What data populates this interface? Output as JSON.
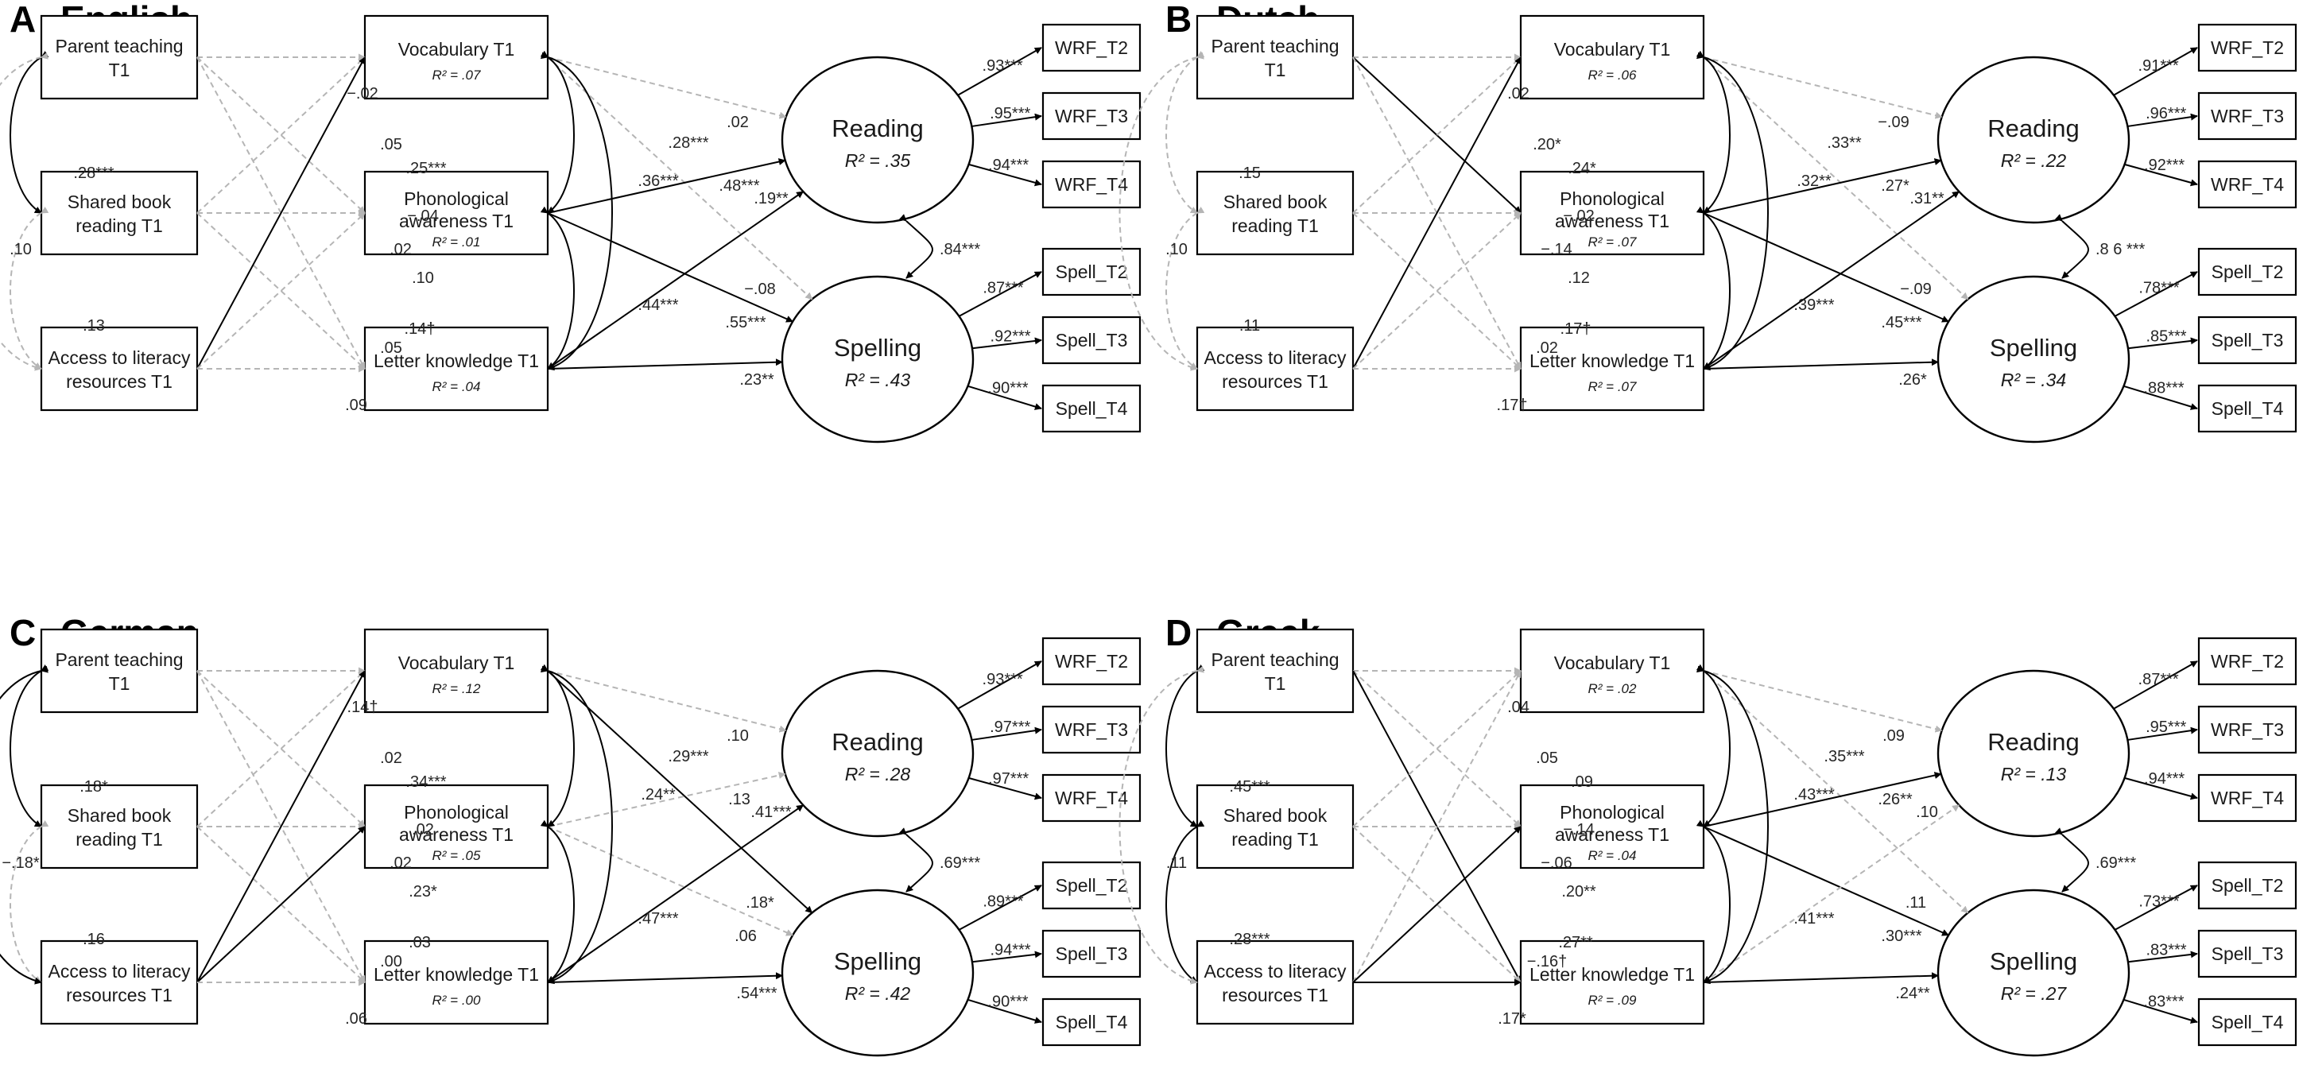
{
  "nodes": {
    "parent": [
      "Parent teaching",
      "T1"
    ],
    "shared": [
      "Shared book",
      "reading T1"
    ],
    "access": [
      "Access to literacy",
      "resources T1"
    ],
    "vocab": "Vocabulary T1",
    "phon": [
      "Phonological",
      "awareness T1"
    ],
    "letter": "Letter knowledge T1",
    "reading": "Reading",
    "spelling": "Spelling",
    "wrf": [
      "WRF_T2",
      "WRF_T3",
      "WRF_T4"
    ],
    "spell": [
      "Spell_T2",
      "Spell_T3",
      "Spell_T4"
    ]
  },
  "panels": [
    {
      "letter": "A",
      "title": "English",
      "r2": {
        "vocab": "R² = .07",
        "phon": "R² = .01",
        "letter": "R² = .04",
        "reading": "R² = .35",
        "spelling": "R² = .43"
      },
      "paths": [
        {
          "from": "parent",
          "to": "vocab",
          "type": "dashed",
          "label": "−.02"
        },
        {
          "from": "parent",
          "to": "phon",
          "type": "dashed",
          "label": ".05"
        },
        {
          "from": "parent",
          "to": "letter",
          "type": "dashed",
          "label": ".14†"
        },
        {
          "from": "shared",
          "to": "vocab",
          "type": "dashed",
          "label": "−.04"
        },
        {
          "from": "shared",
          "to": "phon",
          "type": "dashed",
          "label": ".02"
        },
        {
          "from": "shared",
          "to": "letter",
          "type": "dashed",
          "label": ".05"
        },
        {
          "from": "access",
          "to": "vocab",
          "type": "solid",
          "label": ".25***"
        },
        {
          "from": "access",
          "to": "phon",
          "type": "dashed",
          "label": ".10"
        },
        {
          "from": "access",
          "to": "letter",
          "type": "dashed",
          "label": ".09"
        },
        {
          "from": "vocab",
          "to": "reading",
          "type": "dashed",
          "label": ".02"
        },
        {
          "from": "vocab",
          "to": "spelling",
          "type": "dashed",
          "label": "−.08"
        },
        {
          "from": "phon",
          "to": "reading",
          "type": "solid",
          "label": ".48***"
        },
        {
          "from": "phon",
          "to": "spelling",
          "type": "solid",
          "label": ".55***"
        },
        {
          "from": "letter",
          "to": "reading",
          "type": "solid",
          "label": ".19**"
        },
        {
          "from": "letter",
          "to": "spelling",
          "type": "solid",
          "label": ".23**"
        }
      ],
      "exo_cov": [
        {
          "a": "parent",
          "b": "shared",
          "type": "solid",
          "label": ".28***"
        },
        {
          "a": "shared",
          "b": "access",
          "type": "dashed",
          "label": ".13"
        },
        {
          "a": "parent",
          "b": "access",
          "type": "dashed",
          "label": ".10"
        }
      ],
      "mid_cov": [
        {
          "a": "vocab",
          "b": "phon",
          "type": "solid",
          "label": ".36***"
        },
        {
          "a": "phon",
          "b": "letter",
          "type": "solid",
          "label": ".44***"
        },
        {
          "a": "vocab",
          "b": "letter",
          "type": "solid",
          "label": ".28***"
        }
      ],
      "latent_cov": {
        "type": "solid",
        "label": ".84***"
      },
      "loadings_reading": [
        ".93***",
        ".95***",
        ".94***"
      ],
      "loadings_spelling": [
        ".87***",
        ".92***",
        ".90***"
      ]
    },
    {
      "letter": "B",
      "title": "Dutch",
      "r2": {
        "vocab": "R² = .06",
        "phon": "R² = .07",
        "letter": "R² = .07",
        "reading": "R² = .22",
        "spelling": "R² = .34"
      },
      "paths": [
        {
          "from": "parent",
          "to": "vocab",
          "type": "dashed",
          "label": ".02"
        },
        {
          "from": "parent",
          "to": "phon",
          "type": "solid",
          "label": ".20*"
        },
        {
          "from": "parent",
          "to": "letter",
          "type": "dashed",
          "label": ".17†"
        },
        {
          "from": "shared",
          "to": "vocab",
          "type": "dashed",
          "label": "−.02"
        },
        {
          "from": "shared",
          "to": "phon",
          "type": "dashed",
          "label": "−.14"
        },
        {
          "from": "shared",
          "to": "letter",
          "type": "dashed",
          "label": ".02"
        },
        {
          "from": "access",
          "to": "vocab",
          "type": "solid",
          "label": ".24*"
        },
        {
          "from": "access",
          "to": "phon",
          "type": "dashed",
          "label": ".12"
        },
        {
          "from": "access",
          "to": "letter",
          "type": "dashed",
          "label": ".17†"
        },
        {
          "from": "vocab",
          "to": "reading",
          "type": "dashed",
          "label": "−.09"
        },
        {
          "from": "vocab",
          "to": "spelling",
          "type": "dashed",
          "label": "−.09"
        },
        {
          "from": "phon",
          "to": "reading",
          "type": "solid",
          "label": ".27*"
        },
        {
          "from": "phon",
          "to": "spelling",
          "type": "solid",
          "label": ".45***"
        },
        {
          "from": "letter",
          "to": "reading",
          "type": "solid",
          "label": ".31**"
        },
        {
          "from": "letter",
          "to": "spelling",
          "type": "solid",
          "label": ".26*"
        }
      ],
      "exo_cov": [
        {
          "a": "parent",
          "b": "shared",
          "type": "dashed",
          "label": ".15"
        },
        {
          "a": "shared",
          "b": "access",
          "type": "dashed",
          "label": ".11"
        },
        {
          "a": "parent",
          "b": "access",
          "type": "dashed",
          "label": ".10"
        }
      ],
      "mid_cov": [
        {
          "a": "vocab",
          "b": "phon",
          "type": "solid",
          "label": ".32**"
        },
        {
          "a": "phon",
          "b": "letter",
          "type": "solid",
          "label": ".39***"
        },
        {
          "a": "vocab",
          "b": "letter",
          "type": "solid",
          "label": ".33**"
        }
      ],
      "latent_cov": {
        "type": "solid",
        "label": ".8 6 ***"
      },
      "loadings_reading": [
        ".91***",
        ".96***",
        ".92***"
      ],
      "loadings_spelling": [
        ".78***",
        ".85***",
        ".88***"
      ]
    },
    {
      "letter": "C",
      "title": "German",
      "r2": {
        "vocab": "R² = .12",
        "phon": "R² = .05",
        "letter": "R² = .00",
        "reading": "R² = .28",
        "spelling": "R² = .42"
      },
      "paths": [
        {
          "from": "parent",
          "to": "vocab",
          "type": "dashed",
          "label": ".14†"
        },
        {
          "from": "parent",
          "to": "phon",
          "type": "dashed",
          "label": ".02"
        },
        {
          "from": "parent",
          "to": "letter",
          "type": "dashed",
          "label": ".03"
        },
        {
          "from": "shared",
          "to": "vocab",
          "type": "dashed",
          "label": ".02"
        },
        {
          "from": "shared",
          "to": "phon",
          "type": "dashed",
          "label": ".02"
        },
        {
          "from": "shared",
          "to": "letter",
          "type": "dashed",
          "label": ".00"
        },
        {
          "from": "access",
          "to": "vocab",
          "type": "solid",
          "label": ".34***"
        },
        {
          "from": "access",
          "to": "phon",
          "type": "solid",
          "label": ".23*"
        },
        {
          "from": "access",
          "to": "letter",
          "type": "dashed",
          "label": ".06"
        },
        {
          "from": "vocab",
          "to": "reading",
          "type": "dashed",
          "label": ".10"
        },
        {
          "from": "vocab",
          "to": "spelling",
          "type": "solid",
          "label": ".18*"
        },
        {
          "from": "phon",
          "to": "reading",
          "type": "dashed",
          "label": ".13"
        },
        {
          "from": "phon",
          "to": "spelling",
          "type": "dashed",
          "label": ".06"
        },
        {
          "from": "letter",
          "to": "reading",
          "type": "solid",
          "label": ".41***"
        },
        {
          "from": "letter",
          "to": "spelling",
          "type": "solid",
          "label": ".54***"
        }
      ],
      "exo_cov": [
        {
          "a": "parent",
          "b": "shared",
          "type": "solid",
          "label": ".18*"
        },
        {
          "a": "shared",
          "b": "access",
          "type": "dashed",
          "label": ".16"
        },
        {
          "a": "parent",
          "b": "access",
          "type": "solid",
          "label": "−.18*"
        }
      ],
      "mid_cov": [
        {
          "a": "vocab",
          "b": "phon",
          "type": "solid",
          "label": ".24**"
        },
        {
          "a": "phon",
          "b": "letter",
          "type": "solid",
          "label": ".47***"
        },
        {
          "a": "vocab",
          "b": "letter",
          "type": "solid",
          "label": ".29***"
        }
      ],
      "latent_cov": {
        "type": "solid",
        "label": ".69***"
      },
      "loadings_reading": [
        ".93***",
        ".97***",
        ".97***"
      ],
      "loadings_spelling": [
        ".89***",
        ".94***",
        ".90***"
      ]
    },
    {
      "letter": "D",
      "title": "Greek",
      "r2": {
        "vocab": "R² = .02",
        "phon": "R² = .04",
        "letter": "R² = .09",
        "reading": "R² = .13",
        "spelling": "R² = .27"
      },
      "paths": [
        {
          "from": "parent",
          "to": "vocab",
          "type": "dashed",
          "label": ".04"
        },
        {
          "from": "parent",
          "to": "phon",
          "type": "dashed",
          "label": ".05"
        },
        {
          "from": "parent",
          "to": "letter",
          "type": "solid",
          "label": ".27**"
        },
        {
          "from": "shared",
          "to": "vocab",
          "type": "dashed",
          "label": "−.14"
        },
        {
          "from": "shared",
          "to": "phon",
          "type": "dashed",
          "label": "−.06"
        },
        {
          "from": "shared",
          "to": "letter",
          "type": "dashed",
          "label": "−.16†"
        },
        {
          "from": "access",
          "to": "vocab",
          "type": "dashed",
          "label": ".09"
        },
        {
          "from": "access",
          "to": "phon",
          "type": "solid",
          "label": ".20**"
        },
        {
          "from": "access",
          "to": "letter",
          "type": "solid",
          "label": ".17*"
        },
        {
          "from": "vocab",
          "to": "reading",
          "type": "dashed",
          "label": ".09"
        },
        {
          "from": "vocab",
          "to": "spelling",
          "type": "dashed",
          "label": ".11"
        },
        {
          "from": "phon",
          "to": "reading",
          "type": "solid",
          "label": ".26**"
        },
        {
          "from": "phon",
          "to": "spelling",
          "type": "solid",
          "label": ".30***"
        },
        {
          "from": "letter",
          "to": "reading",
          "type": "dashed",
          "label": ".10"
        },
        {
          "from": "letter",
          "to": "spelling",
          "type": "solid",
          "label": ".24**"
        }
      ],
      "exo_cov": [
        {
          "a": "parent",
          "b": "shared",
          "type": "solid",
          "label": ".45***"
        },
        {
          "a": "shared",
          "b": "access",
          "type": "solid",
          "label": ".28***"
        },
        {
          "a": "parent",
          "b": "access",
          "type": "dashed",
          "label": ".11"
        }
      ],
      "mid_cov": [
        {
          "a": "vocab",
          "b": "phon",
          "type": "solid",
          "label": ".43***"
        },
        {
          "a": "phon",
          "b": "letter",
          "type": "solid",
          "label": ".41***"
        },
        {
          "a": "vocab",
          "b": "letter",
          "type": "solid",
          "label": ".35***"
        }
      ],
      "latent_cov": {
        "type": "solid",
        "label": ".69***"
      },
      "loadings_reading": [
        ".87***",
        ".95***",
        ".94***"
      ],
      "loadings_spelling": [
        ".73***",
        ".83***",
        ".83***"
      ]
    }
  ]
}
